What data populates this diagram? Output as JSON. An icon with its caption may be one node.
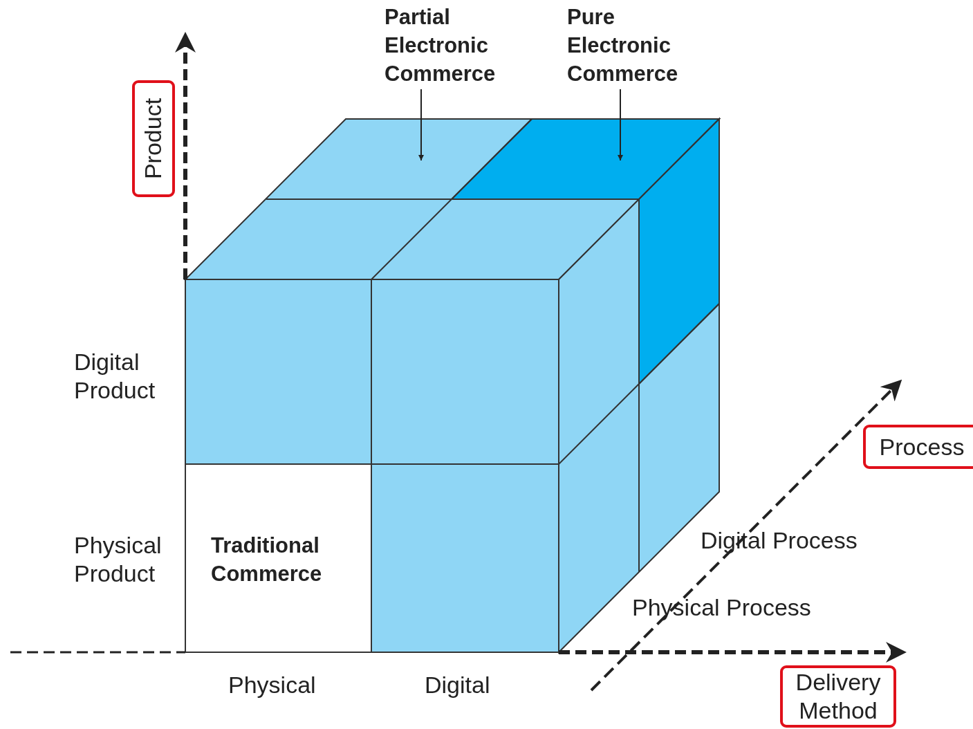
{
  "diagram": {
    "nodes": [
      {
        "text": [
          "Partial Electronic Commerce"
        ]
      },
      {
        "text": [
          "Pure Electronic Commerce"
        ]
      },
      {
        "text": [
          "Product"
        ]
      },
      {
        "text": [
          "Process"
        ]
      },
      {
        "text": [
          "Delivery Method"
        ]
      }
    ],
    "edges": [
      {
        "from": 0,
        "to": null,
        "arrow": "to"
      },
      {
        "from": 1,
        "to": null,
        "arrow": "to"
      }
    ],
    "labels": [
      "Digital Product",
      "Physical Product",
      "Traditional Commerce",
      "Physical",
      "Digital",
      "Digital Process",
      "Physical Process"
    ]
  }
}
